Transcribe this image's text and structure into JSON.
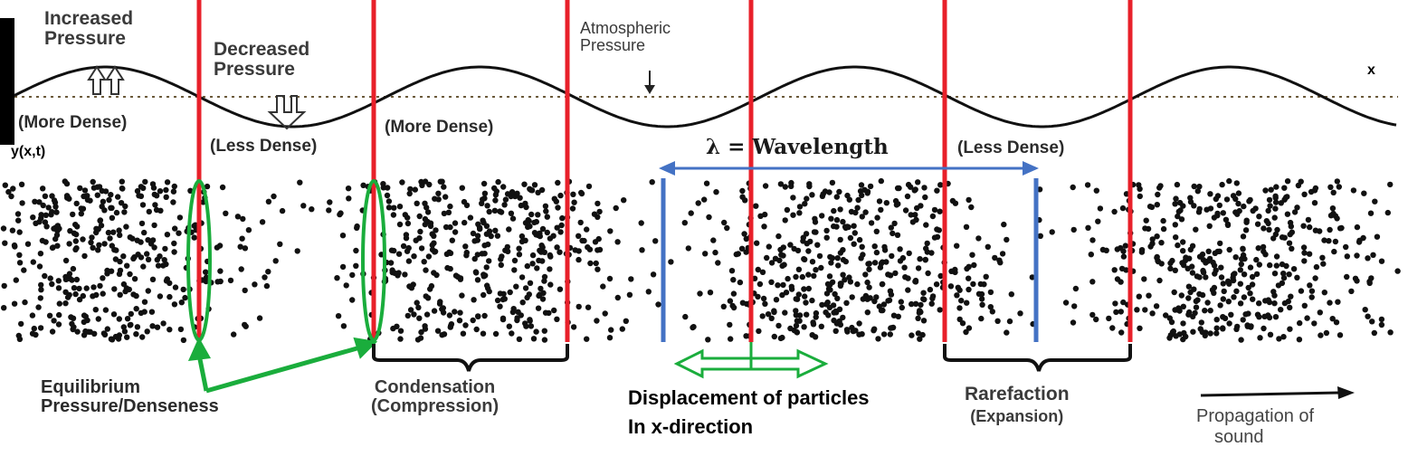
{
  "labels": {
    "increased_pressure_line1": "Increased",
    "increased_pressure_line2": "Pressure",
    "decreased_pressure_line1": "Decreased",
    "decreased_pressure_line2": "Pressure",
    "atmospheric_pressure_line1": "Atmospheric",
    "atmospheric_pressure_line2": "Pressure",
    "x_axis": "x",
    "y_axis": "y(x,t)",
    "more_dense": "(More Dense)",
    "less_dense": "(Less Dense)",
    "wavelength": "λ = Wavelength",
    "equilibrium_line1": "Equilibrium",
    "equilibrium_line2": "Pressure/Denseness",
    "condensation_line1": "Condensation",
    "condensation_line2": "(Compression)",
    "displacement_line1": "Displacement of particles",
    "displacement_line2": "In x-direction",
    "rarefaction_line1": "Rarefaction",
    "rarefaction_line2": "(Expansion)",
    "propagation_line1": "Propagation of",
    "propagation_line2": "sound"
  },
  "colors": {
    "node_line": "#e8202a",
    "wavelength_marker": "#4472c4",
    "equilibrium_highlight": "#1aad3c",
    "particle": "#111111",
    "wave": "#111111"
  }
}
